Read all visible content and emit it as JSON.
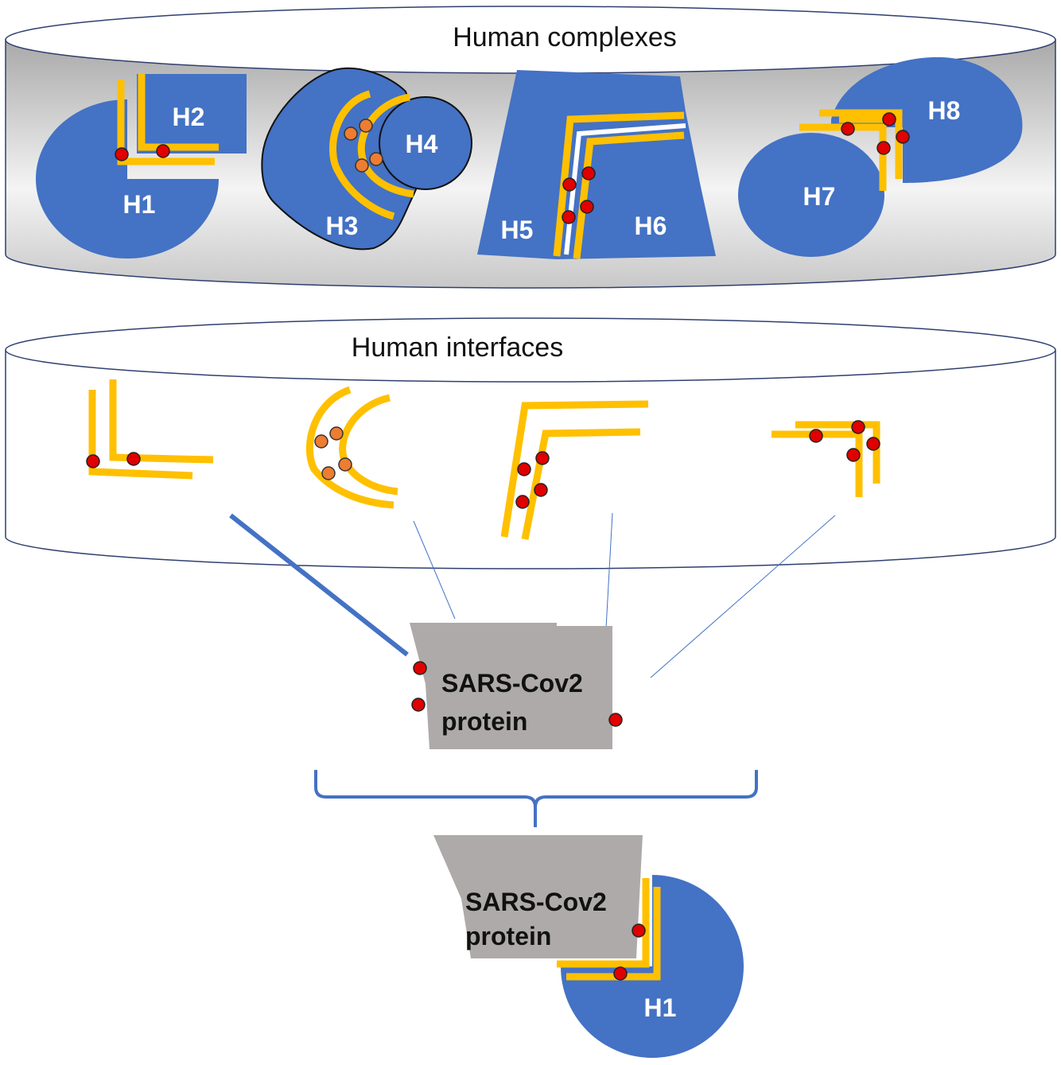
{
  "complexes": {
    "title": "Human complexes",
    "labels": [
      "H1",
      "H2",
      "H3",
      "H4",
      "H5",
      "H6",
      "H7",
      "H8"
    ]
  },
  "interfaces": {
    "title": "Human interfaces"
  },
  "viral_protein": {
    "line1": "SARS-Cov2",
    "line2": "protein"
  },
  "result": {
    "line1": "SARS-Cov2",
    "line2": "protein",
    "partner": "H1"
  },
  "colors": {
    "protein_blue": "#4472C4",
    "interface_yellow": "#FFC000",
    "hotspot_red": "#E00000",
    "hotspot_orange": "#ED7D31",
    "viral_gray": "#AEAAAA"
  }
}
